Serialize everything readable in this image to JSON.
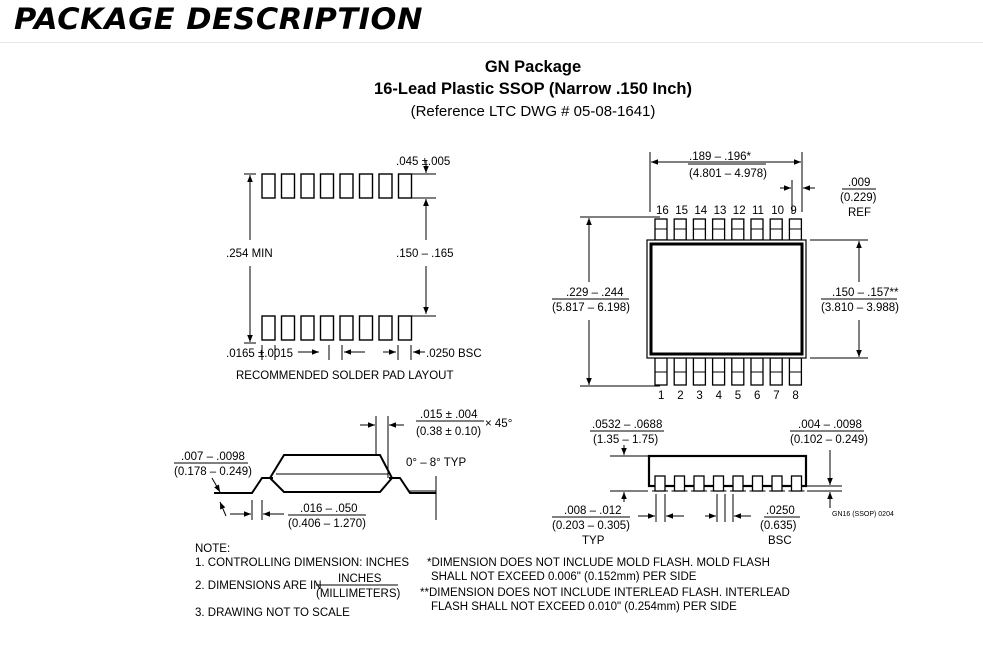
{
  "title": "PACKAGE DESCRIPTION",
  "package": {
    "name": "GN Package",
    "subtitle": "16-Lead Plastic SSOP (Narrow .150 Inch)",
    "reference": "(Reference LTC DWG # 05-08-1641)"
  },
  "solder_pad": {
    "pad_height": ".045 ±.005",
    "min_span": ".254 MIN",
    "pad_span": ".150 – .165",
    "pad_width": ".0165 ±.0015",
    "pitch": ".0250 BSC",
    "caption": "RECOMMENDED SOLDER PAD LAYOUT"
  },
  "top_view": {
    "length_in": ".189 – .196*",
    "length_mm": "(4.801 – 4.978)",
    "ref_in": ".009",
    "ref_mm": "(0.229)",
    "ref_label": "REF",
    "top_pins": [
      "16",
      "15",
      "14",
      "13",
      "12",
      "11",
      "10",
      "9"
    ],
    "bottom_pins": [
      "1",
      "2",
      "3",
      "4",
      "5",
      "6",
      "7",
      "8"
    ],
    "width_total_in": ".229 – .244",
    "width_total_mm": "(5.817 – 6.198)",
    "body_width_in": ".150 – .157**",
    "body_width_mm": "(3.810 – 3.988)"
  },
  "side_left": {
    "chamfer_in": ".015 ± .004",
    "chamfer_mm": "(0.38 ± 0.10)",
    "chamfer_angle": "× 45°",
    "lead_thk_in": ".007 – .0098",
    "lead_thk_mm": "(0.178 – 0.249)",
    "angle": "0° – 8° TYP",
    "foot_in": ".016 – .050",
    "foot_mm": "(0.406 – 1.270)"
  },
  "side_right": {
    "height_in": ".0532 – .0688",
    "height_mm": "(1.35 – 1.75)",
    "standoff_in": ".004 – .0098",
    "standoff_mm": "(0.102 – 0.249)",
    "lead_w_in": ".008 – .012",
    "lead_w_mm": "(0.203 – 0.305)",
    "lead_w_note": "TYP",
    "pitch_in": ".0250",
    "pitch_mm": "(0.635)",
    "pitch_note": "BSC",
    "drawing_id": "GN16 (SSOP) 0204"
  },
  "notes": {
    "header": "NOTE:",
    "n1": "1. CONTROLLING DIMENSION: INCHES",
    "n2_prefix": "2. DIMENSIONS ARE IN",
    "n2_num": "INCHES",
    "n2_den": "(MILLIMETERS)",
    "n3": "3. DRAWING NOT TO SCALE",
    "star1_line1": "*DIMENSION DOES NOT INCLUDE MOLD FLASH. MOLD FLASH",
    "star1_line2": "SHALL NOT EXCEED 0.006\" (0.152mm) PER SIDE",
    "star2_line1": "**DIMENSION DOES NOT INCLUDE INTERLEAD FLASH. INTERLEAD",
    "star2_line2": "FLASH SHALL NOT EXCEED 0.010\" (0.254mm) PER SIDE"
  }
}
